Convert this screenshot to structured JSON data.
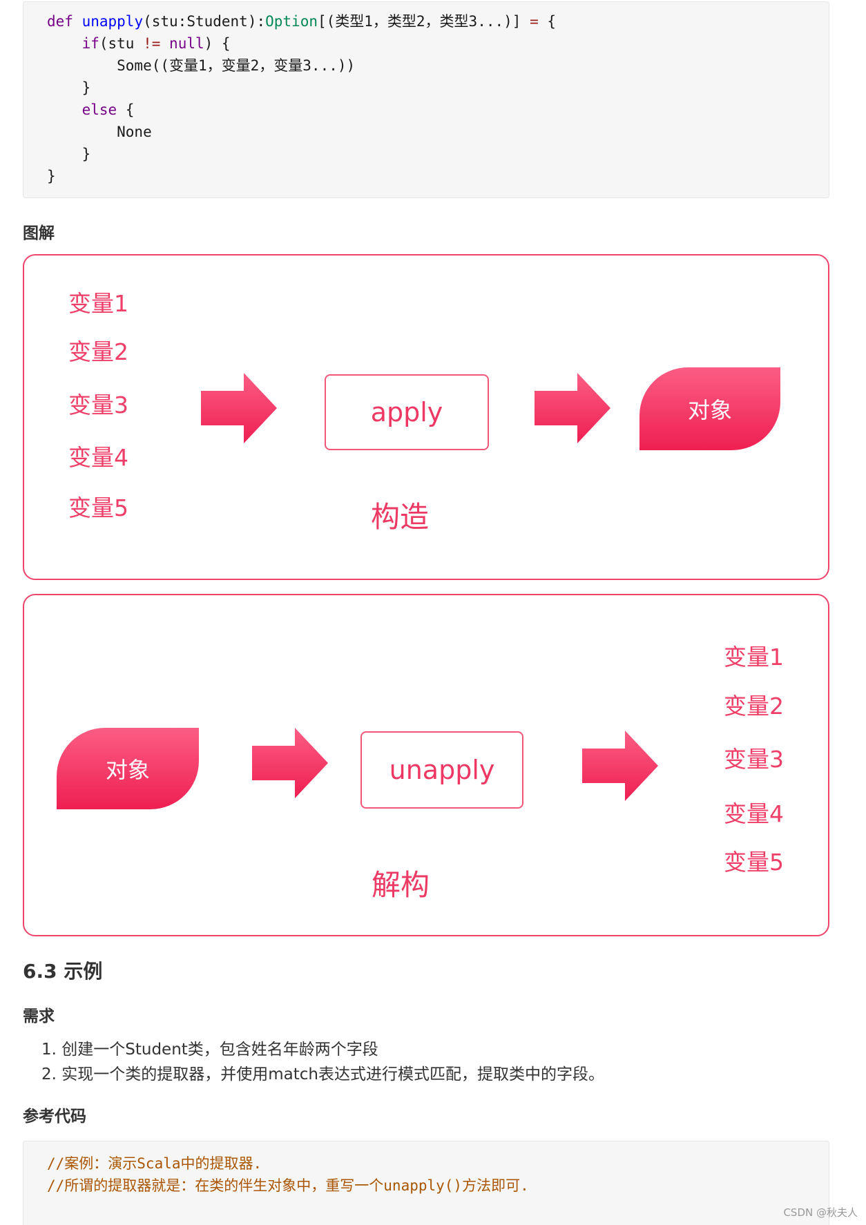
{
  "code_top": {
    "lines": [
      [
        "def",
        " ",
        "unapply",
        "(stu:Student):",
        "Option",
        "[(类型1，类型2，类型3...)]",
        " ",
        "=",
        " {"
      ],
      [
        "    ",
        "if",
        "(stu ",
        "!=",
        " ",
        "null",
        ") {"
      ],
      [
        "        Some((变量1，变量2，变量3...))"
      ],
      [
        "    }"
      ],
      [
        "    ",
        "else",
        " {"
      ],
      [
        "        None"
      ],
      [
        "    }"
      ],
      [
        "}"
      ]
    ]
  },
  "section_diagram": {
    "title": "图解"
  },
  "construct_panel": {
    "variables": [
      "变量1",
      "变量2",
      "变量3",
      "变量4",
      "变量5"
    ],
    "function_label": "apply",
    "object_label": "对象",
    "caption": "构造"
  },
  "destruct_panel": {
    "object_label": "对象",
    "function_label": "unapply",
    "variables": [
      "变量1",
      "变量2",
      "变量3",
      "变量4",
      "变量5"
    ],
    "caption": "解构"
  },
  "section_example": {
    "title": "6.3 示例"
  },
  "section_requirement": {
    "title": "需求",
    "items": [
      "1. 创建一个Student类，包含姓名年龄两个字段",
      "2. 实现一个类的提取器，并使用match表达式进行模式匹配，提取类中的字段。"
    ]
  },
  "section_reference": {
    "title": "参考代码"
  },
  "code_bottom": {
    "lines": [
      "//案例：演示Scala中的提取器.",
      "//所谓的提取器就是：在类的伴生对象中，重写一个unapply()方法即可."
    ]
  },
  "watermark": "CSDN @秋夫人",
  "colors": {
    "accent": "#f0436b",
    "gradient_top": "#fb5d84",
    "gradient_bottom": "#ef1f52"
  }
}
